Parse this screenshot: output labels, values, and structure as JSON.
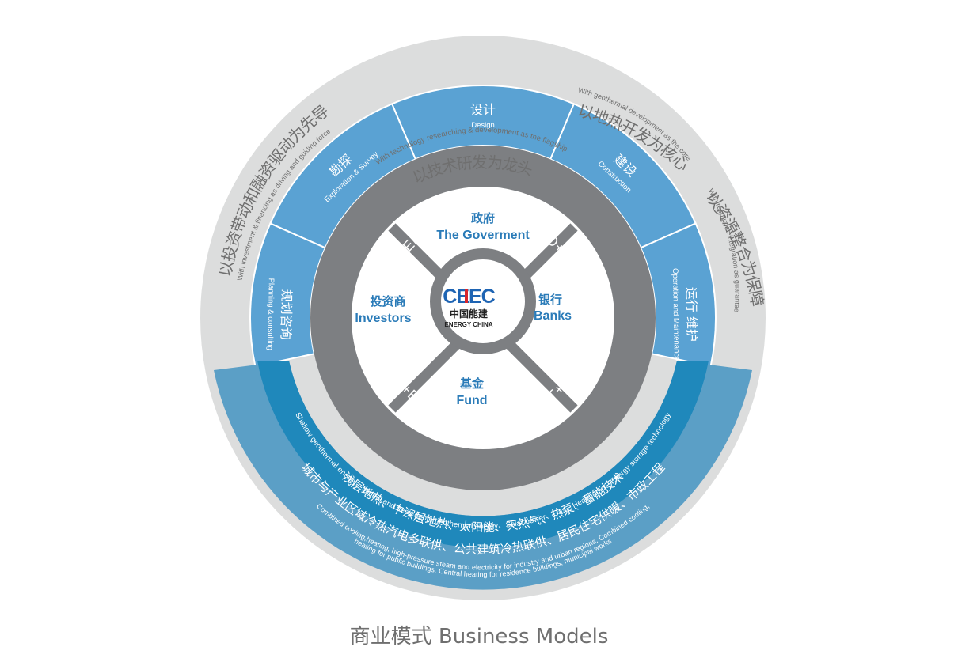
{
  "outer_ring": [
    {
      "cn": "以技术研发为龙头",
      "en": "With technology researching & development as the flagship"
    },
    {
      "cn": "以地热开发为核心",
      "en": "With geothermal development as the core"
    },
    {
      "cn": "以资源整合为保障",
      "en": "With resources integration as guarantee"
    },
    {
      "cn": "以投资带动和融资驱动为先导",
      "en": "With investment & financing as driving and guiding force"
    }
  ],
  "services": [
    {
      "cn": "设计",
      "en": "Design"
    },
    {
      "cn": "建设",
      "en": "Construction"
    },
    {
      "cn": "运行 维护",
      "en": "Operation  and  Maintenance"
    },
    {
      "cn": "规划咨询",
      "en": "Planning & consulting"
    },
    {
      "cn": "勘探",
      "en": "Exploration & Survey"
    }
  ],
  "band": {
    "inner_cn": "浅层地热、中深层地热、太阳能、天然气、热泵、蓄能技术",
    "inner_en": "Shallow geothermal energy、Middle and deep depth geothermal energy、Solar power、Gas、Heat pump、Energy storage technology",
    "outer_cn": "城市与产业区域冷热汽电多联供、公共建筑冷热联供、居民住宅供暖、市政工程",
    "outer_en1": "Combined cooling,heating, high-pressure steam and electricity for industry and urban regions, Combined cooling,",
    "outer_en2": "heating for public buildings, Central heating for residence buildings, municipal works"
  },
  "models": [
    "F+EPC",
    "BOO+EPC",
    "PPP+EPC",
    "BOT+EPC"
  ],
  "partners": [
    {
      "cn": "政府",
      "en": "The Goverment"
    },
    {
      "cn": "银行",
      "en": "Banks"
    },
    {
      "cn": "基金",
      "en": "Fund"
    },
    {
      "cn": "投资商",
      "en": "Investors"
    }
  ],
  "logo": {
    "mark": "CEEC",
    "cn": "中国能建",
    "en": "ENERGY CHINA"
  },
  "caption": "商业模式 Business Models",
  "colors": {
    "outer_ring": "#dcdddd",
    "service_blue": "#5aa2d3",
    "band_dark": "#1f88bb",
    "band_light": "#5b9fc6",
    "model_ring": "#7d7f82",
    "partner_text": "#2a7bb8",
    "logo_blue": "#1e64b3",
    "logo_red": "#d8262c"
  }
}
